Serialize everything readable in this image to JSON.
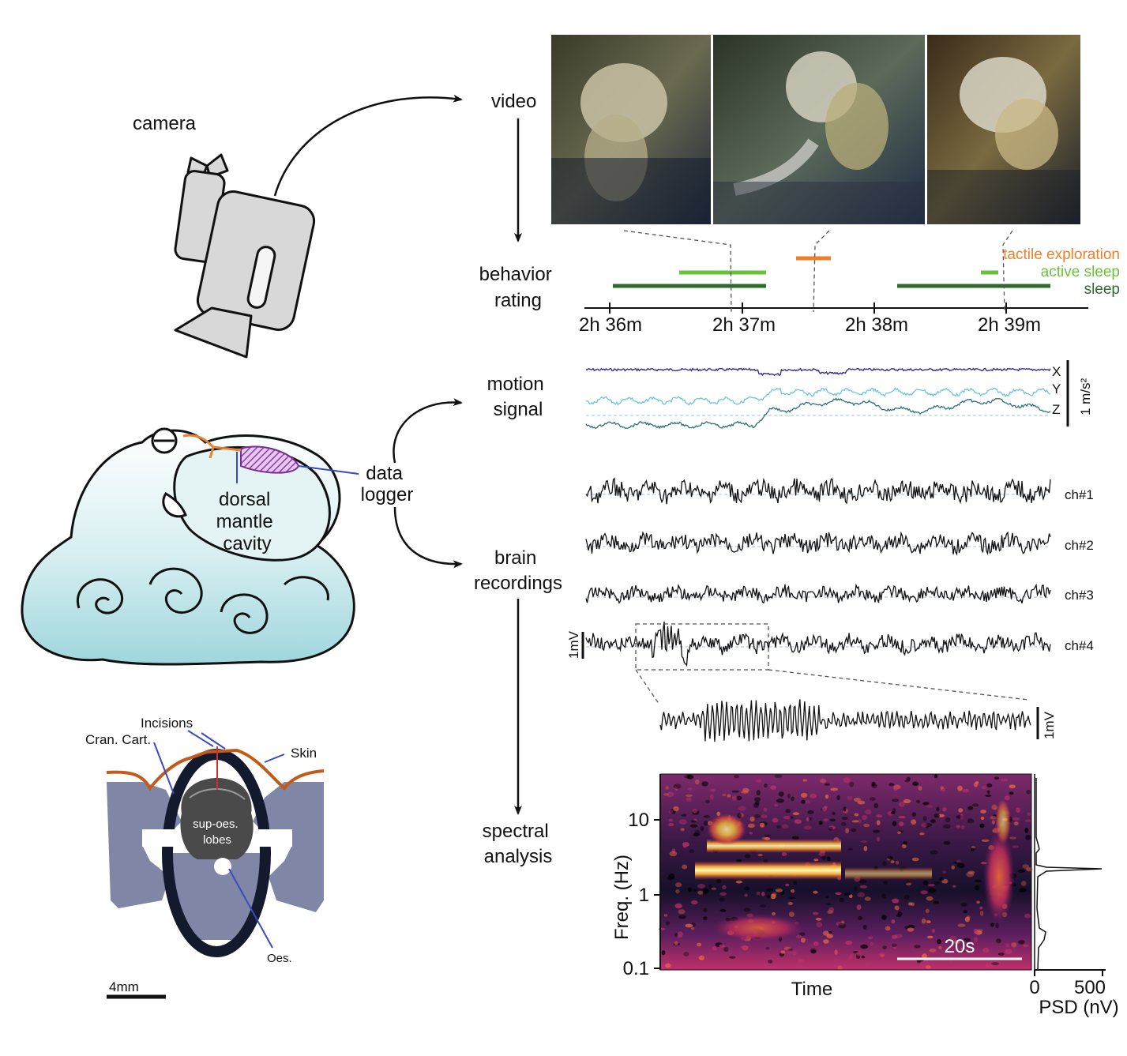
{
  "labels": {
    "camera": "camera",
    "video": "video",
    "behavior_rating": [
      "behavior",
      "rating"
    ],
    "motion_signal": [
      "motion",
      "signal"
    ],
    "brain_recordings": [
      "brain",
      "recordings"
    ],
    "spectral_analysis": [
      "spectral",
      "analysis"
    ],
    "data_logger": [
      "data",
      "logger"
    ],
    "dorsal_mantle_cavity": [
      "dorsal",
      "mantle",
      "cavity"
    ]
  },
  "behavior": {
    "legend": [
      {
        "label": "tactile exploration",
        "color": "#f07f2a"
      },
      {
        "label": "active sleep",
        "color": "#6ac13a"
      },
      {
        "label": "sleep",
        "color": "#2e6b2a"
      }
    ],
    "time_ticks": [
      "2h 36m",
      "2h 37m",
      "2h 38m",
      "2h 39m"
    ]
  },
  "motion": {
    "axes": [
      "X",
      "Y",
      "Z"
    ],
    "scale": "1 m/s²",
    "colors": {
      "X": "#3b2a8c",
      "Y": "#6cc4e0",
      "Z": "#2d6f82"
    }
  },
  "brain": {
    "channels": [
      "ch#1",
      "ch#2",
      "ch#3",
      "ch#4"
    ],
    "scale": "1mV",
    "inset_scale": "1mV"
  },
  "spectrogram": {
    "ylabel": "Freq. (Hz)",
    "yticks": [
      "10",
      "1",
      "0.1"
    ],
    "xlabel": "Time",
    "scalebar": "20s",
    "psd_ticks": [
      "0",
      "500"
    ],
    "psd_label": "PSD (nV)"
  },
  "anatomy": {
    "incisions": "Incisions",
    "cran_cart": "Cran. Cart.",
    "skin": "Skin",
    "lobes": [
      "sup-oes.",
      "lobes"
    ],
    "oes": "Oes.",
    "scalebar": "4mm"
  },
  "icons": [
    "camera-icon",
    "octopus-illustration",
    "video-frame"
  ]
}
